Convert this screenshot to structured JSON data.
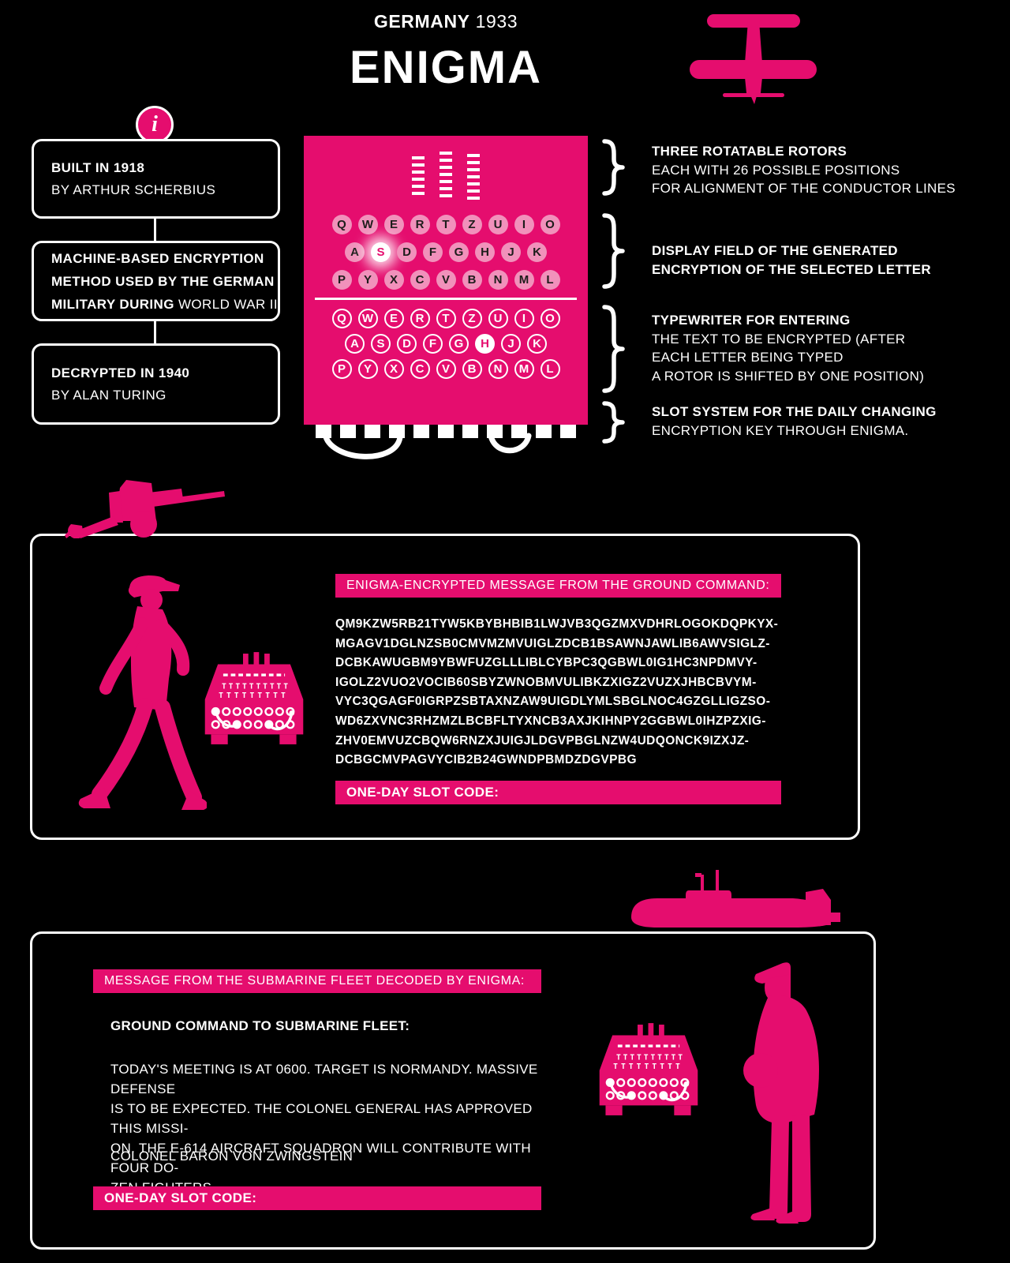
{
  "colors": {
    "pink": "#e50d6e",
    "light_pink": "#f191bb",
    "background": "#000000",
    "text": "#ffffff"
  },
  "header": {
    "country": "GERMANY",
    "year": "1933",
    "title": "ENIGMA"
  },
  "info_icon_glyph": "i",
  "timeline": {
    "boxes": [
      {
        "line1": "BUILT IN 1918",
        "line2": "BY ARTHUR SCHERBIUS"
      },
      {
        "line1": "MACHINE-BASED ENCRYPTION",
        "line2": "METHOD USED BY THE GERMAN",
        "line3_bold": "MILITARY DURING",
        "line3_regular": "WORLD WAR II"
      },
      {
        "line1": "DECRYPTED IN 1940",
        "line2": "BY ALAN TURING"
      }
    ]
  },
  "machine": {
    "display_rows": [
      [
        "Q",
        "W",
        "E",
        "R",
        "T",
        "Z",
        "U",
        "I",
        "O"
      ],
      [
        "A",
        "S",
        "D",
        "F",
        "G",
        "H",
        "J",
        "K"
      ],
      [
        "P",
        "Y",
        "X",
        "C",
        "V",
        "B",
        "N",
        "M",
        "L"
      ]
    ],
    "display_highlight": "S",
    "keyboard_rows": [
      [
        "Q",
        "W",
        "E",
        "R",
        "T",
        "Z",
        "U",
        "I",
        "O"
      ],
      [
        "A",
        "S",
        "D",
        "F",
        "G",
        "H",
        "J",
        "K"
      ],
      [
        "P",
        "Y",
        "X",
        "C",
        "V",
        "B",
        "N",
        "M",
        "L"
      ]
    ],
    "keyboard_highlight": "H"
  },
  "annotations": [
    {
      "title": "THREE ROTATABLE ROTORS",
      "lines": [
        "EACH WITH 26 POSSIBLE POSITIONS",
        "FOR ALIGNMENT OF THE CONDUCTOR LINES"
      ]
    },
    {
      "title": "DISPLAY FIELD OF THE GENERATED",
      "lines": [
        "ENCRYPTION OF THE SELECTED LETTER"
      ]
    },
    {
      "title": "TYPEWRITER FOR ENTERING",
      "lines": [
        "THE TEXT TO BE ENCRYPTED (AFTER",
        "EACH LETTER BEING TYPED",
        "A ROTOR IS SHIFTED BY ONE POSITION)"
      ]
    },
    {
      "title": "SLOT SYSTEM FOR THE DAILY CHANGING",
      "lines": [
        "ENCRYPTION KEY THROUGH ENIGMA."
      ]
    }
  ],
  "ground_message": {
    "header": "ENIGMA-ENCRYPTED MESSAGE FROM THE GROUND COMMAND:",
    "lines": [
      "QM9KZW5RB21TYW5KBYBHBIB1LWJVB3QGZMXVDHRLOGOKDQPKYX-",
      "MGAGV1DGLNZSB0CMVMZMVUIGLZDCB1BSAWNJAWLIB6AWVSIGLZ-",
      "DCBKAWUGBM9YBWFUZGLLLIBLCYBPC3QGBWL0IG1HC3NPDMVY-",
      "IGOLZ2VUO2VOCIB60SBYZWNOBMVULIBKZXIGZ2VUZXJHBCBVYM-",
      "VYC3QGAGF0IGRPZSBTAXNZAW9UIGDLYMLSBGLNOC4GZGLLIGZSO-",
      "WD6ZXVNC3RHZMZLBCBFLTYXNCB3AXJKIHNPY2GGBWL0IHZPZXIG-",
      "ZHV0EMVUZCBQW6RNZXJUIGJLDGVPBGLNZW4UDQONCK9IZXJZ-",
      "DCBGCMVPAGVYCIB2B24GWNDPBMDZDGVPBG"
    ],
    "slot_code_label": "ONE-DAY SLOT CODE:"
  },
  "submarine_message": {
    "header": "MESSAGE FROM THE SUBMARINE FLEET DECODED BY ENIGMA:",
    "salutation": "GROUND COMMAND TO SUBMARINE FLEET:",
    "body_lines": [
      "TODAY'S MEETING IS AT 0600. TARGET IS NORMANDY. MASSIVE DEFENSE",
      "IS TO BE EXPECTED. THE COLONEL GENERAL HAS APPROVED THIS MISSI-",
      "ON. THE E-614 AIRCRAFT SQUADRON WILL CONTRIBUTE WITH FOUR DO-",
      "ZEN FIGHTERS."
    ],
    "signature": "COLONEL BARON VON ZWINGSTEIN",
    "slot_code_label": "ONE-DAY SLOT CODE:"
  },
  "illustrations": [
    "airplane-top-view",
    "artillery-cannon",
    "walking-soldier",
    "enigma-machine",
    "submarine",
    "standing-officer"
  ]
}
